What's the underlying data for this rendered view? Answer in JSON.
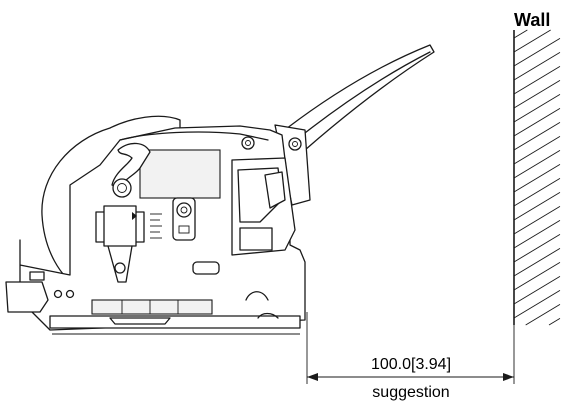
{
  "wall_label": "Wall",
  "dimension": {
    "value_text": "100.0[3.94]",
    "caption": "suggestion"
  },
  "colors": {
    "line": "#1a1a1a",
    "background": "#ffffff"
  }
}
